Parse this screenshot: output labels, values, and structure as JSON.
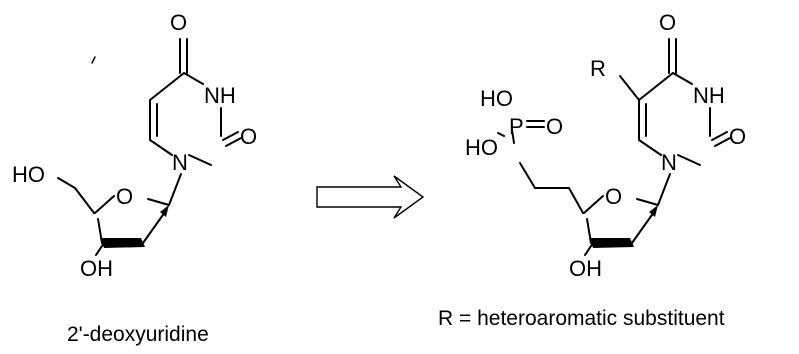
{
  "left_molecule": {
    "atoms": {
      "o_top": "O",
      "nh": "NH",
      "o_right": "O",
      "n1": "N",
      "ho": "HO",
      "o_ring": "O",
      "oh": "OH"
    },
    "caption": "2'-deoxyuridine"
  },
  "right_molecule": {
    "atoms": {
      "r": "R",
      "o_top": "O",
      "nh": "NH",
      "o_right": "O",
      "n1": "N",
      "p_ho_top": "HO",
      "p_ho_left": "HO",
      "p": "P",
      "p_o": "O",
      "o_ring": "O",
      "oh": "OH"
    },
    "caption": "R = heteroaromatic substituent"
  },
  "arrow": {
    "type": "retrosynthetic"
  }
}
